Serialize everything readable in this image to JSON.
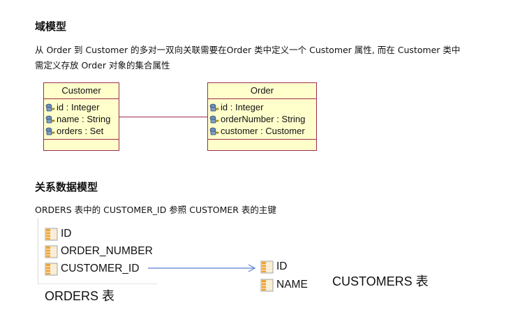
{
  "domain_model": {
    "heading": "域模型",
    "description_line1": "从 Order 到 Customer 的多对一双向关联需要在Order 类中定义一个 Customer 属性, 而在 Customer 类中",
    "description_line2": "需定义存放 Order 对象的集合属性",
    "classes": [
      {
        "name": "Customer",
        "attributes": [
          "id : Integer",
          "name : String",
          "orders : Set"
        ]
      },
      {
        "name": "Order",
        "attributes": [
          "id : Integer",
          "orderNumber : String",
          "customer : Customer"
        ]
      }
    ],
    "colors": {
      "class_fill": "#ffffcc",
      "class_border": "#9c2c4f"
    }
  },
  "relational_model": {
    "heading": "关系数据模型",
    "description": "ORDERS 表中的 CUSTOMER_ID 参照 CUSTOMER 表的主键",
    "orders_table": {
      "caption": "ORDERS 表",
      "columns": [
        "ID",
        "ORDER_NUMBER",
        "CUSTOMER_ID"
      ]
    },
    "customers_table": {
      "caption": "CUSTOMERS 表",
      "columns": [
        "ID",
        "NAME"
      ]
    },
    "arrow_color": "#5b7fd1"
  }
}
